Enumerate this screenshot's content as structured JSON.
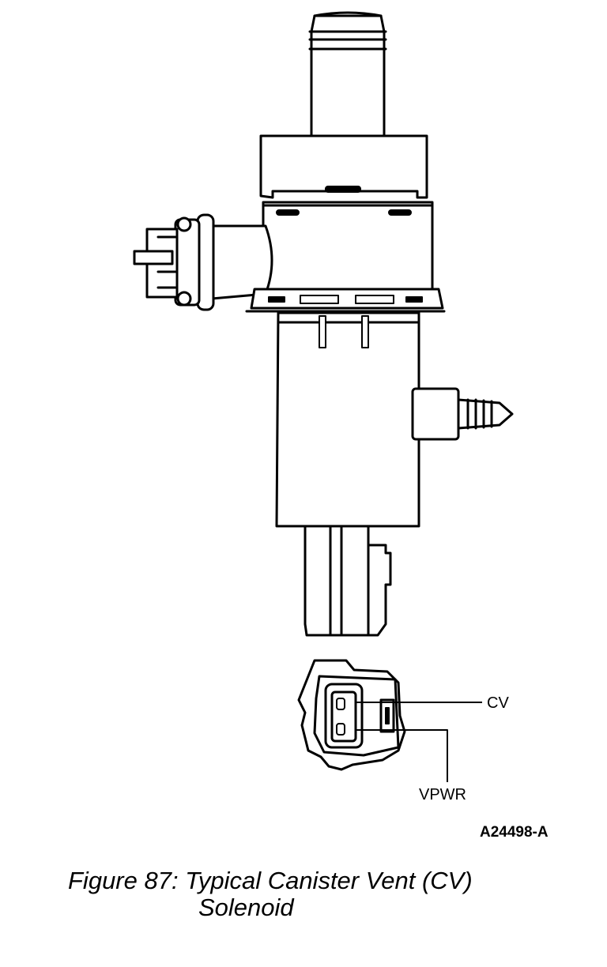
{
  "diagram": {
    "connector_labels": {
      "cv": "CV",
      "vpwr": "VPWR"
    },
    "reference_number": "A24498-A"
  },
  "caption": {
    "line1": "Figure 87: Typical Canister Vent (CV)",
    "line2": "Solenoid"
  }
}
